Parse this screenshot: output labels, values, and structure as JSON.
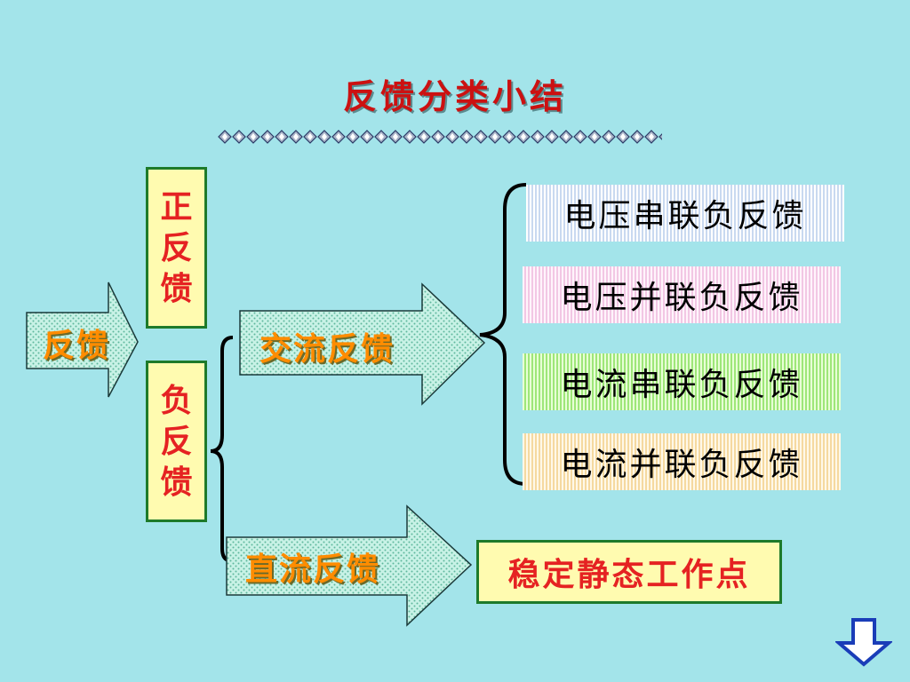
{
  "title": "反馈分类小结",
  "root": {
    "label": "反馈"
  },
  "positive": {
    "chars": [
      "正",
      "反",
      "馈"
    ]
  },
  "negative": {
    "chars": [
      "负",
      "反",
      "馈"
    ]
  },
  "ac": {
    "label": "交流反馈"
  },
  "dc": {
    "label": "直流反馈"
  },
  "ac_types": [
    "电压串联负反馈",
    "电压并联负反馈",
    "电流串联负反馈",
    "电流并联负反馈"
  ],
  "dc_result": "稳定静态工作点",
  "colors": {
    "background": "#a3e4ea",
    "title": "#cc1111",
    "box_border": "#1e7a2a",
    "box_fill": "#fffbb0",
    "arrow_label": "#ff8c00",
    "red_text": "#e52222"
  },
  "icons": {
    "diamond_divider": "diamond-chain",
    "next": "down-arrow-icon"
  }
}
